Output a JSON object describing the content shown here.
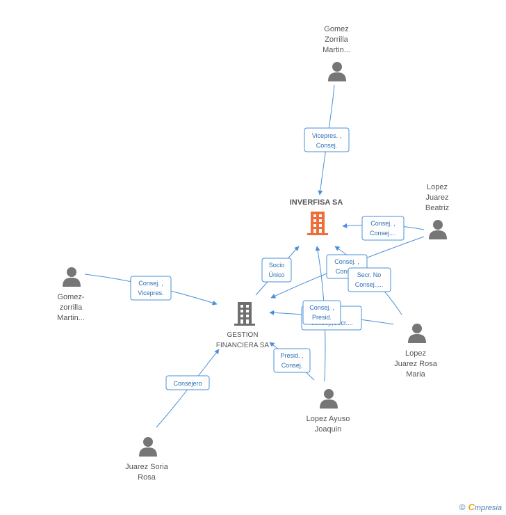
{
  "nodes": {
    "gomez_top": [
      "Gomez",
      "Zorrilla",
      "Martin..."
    ],
    "lopez_beatriz": [
      "Lopez",
      "Juarez",
      "Beatriz"
    ],
    "gomez_left": [
      "Gomez-",
      "zorrilla",
      "Martin..."
    ],
    "lopez_rosa": [
      "Lopez",
      "Juarez Rosa",
      "Maria"
    ],
    "lopez_ayuso": [
      "Lopez Ayuso",
      "Joaquin"
    ],
    "juarez_soria": [
      "Juarez Soria",
      "Rosa"
    ],
    "inversa": [
      "INVERFISA SA"
    ],
    "gestion": [
      "GESTION",
      "FINANCIERA SA"
    ]
  },
  "relations": {
    "vicepres_consej": [
      "Vicepres. ,",
      "Consej."
    ],
    "consej_consej_beatriz": [
      "Consej. ,",
      "Consej...."
    ],
    "socio_unico": [
      "Socio",
      "Único"
    ],
    "consej_cons_rosa": [
      "Consej. ,",
      "Cons..."
    ],
    "secr_no_consej": [
      "Secr.  No",
      "Consej.,..."
    ],
    "consej_vicepres": [
      "Consej. ,",
      "Vicepres."
    ],
    "consej_secr_hidden": [
      "Consej.,Secr...."
    ],
    "consej_presid": [
      "Consej. ,",
      "Presid."
    ],
    "presid_consej": [
      "Presid. ,",
      "Consej."
    ],
    "consejero": [
      "Consejero"
    ]
  },
  "footer": {
    "copyright": "©",
    "brand_first": "C",
    "brand_rest": "mpresia"
  },
  "colors": {
    "edge": "#4a90d9",
    "main_company": "#f26c3a",
    "node_icon": "#767676"
  }
}
